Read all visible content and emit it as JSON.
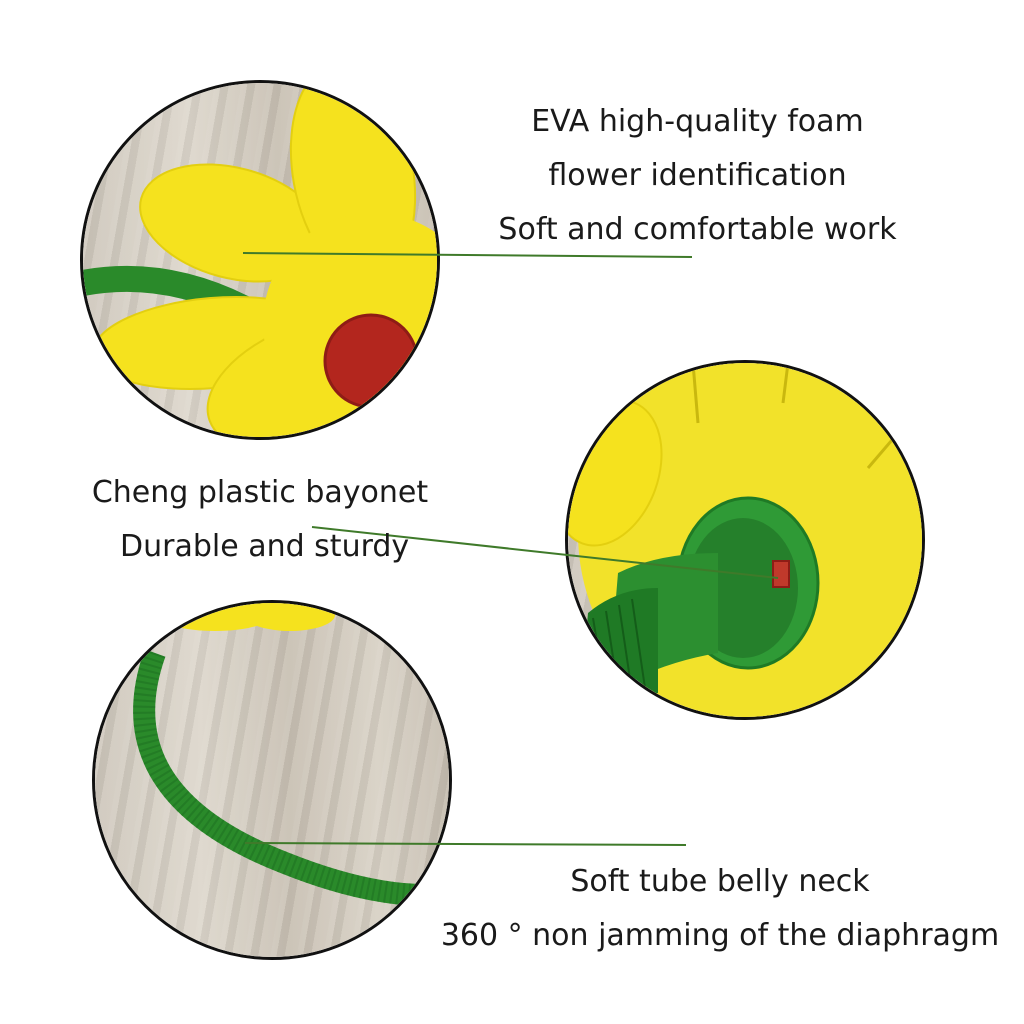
{
  "callouts": {
    "eva": {
      "lines": [
        "EVA high-quality foam",
        "flower identification",
        "Soft and comfortable work"
      ]
    },
    "bayonet": {
      "lines": [
        "Cheng plastic bayonet",
        "Durable and sturdy"
      ]
    },
    "tube": {
      "lines": [
        "Soft tube belly neck",
        "360 ° non jamming of the diaphragm"
      ]
    }
  },
  "colors": {
    "petal_yellow": "#f5e21e",
    "tube_green": "#2a8a2a",
    "cap_red": "#b3261e",
    "leader_line": "#3f7a2a",
    "circle_border": "#111111"
  }
}
